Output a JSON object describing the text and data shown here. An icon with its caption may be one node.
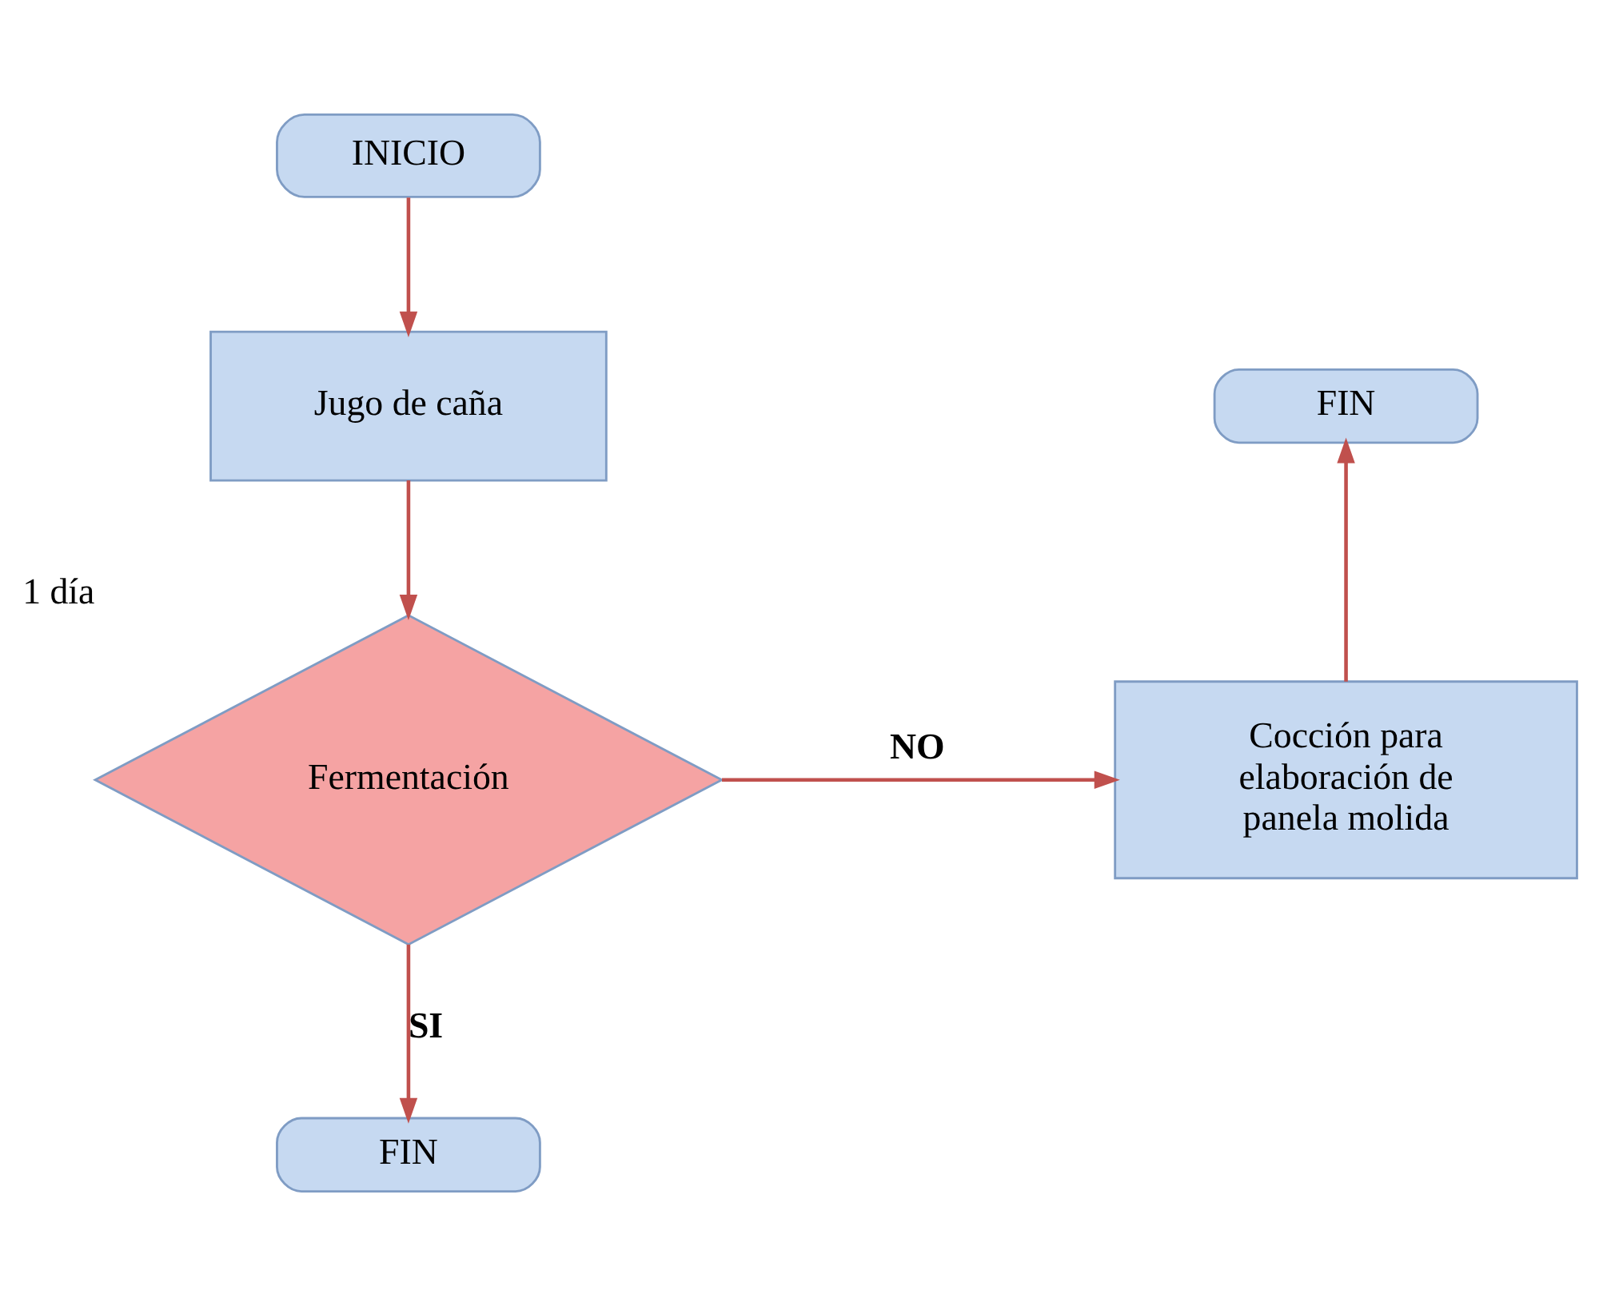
{
  "diagram": {
    "nodes": [
      {
        "text": [
          "INICIO"
        ]
      },
      {
        "text": [
          "Jugo de caña"
        ]
      },
      {
        "text": [
          "Fermentación"
        ],
        "beside": [
          "1 día"
        ]
      },
      {
        "text": [
          "Cocción para elaboración de panela molida"
        ]
      },
      {
        "text": [
          "FIN"
        ]
      },
      {
        "text": [
          "FIN"
        ]
      }
    ],
    "edges": [
      {
        "from": 0,
        "to": 1,
        "arrow": "to"
      },
      {
        "from": 1,
        "to": 2,
        "arrow": "to"
      },
      {
        "from": 2,
        "to": 3,
        "arrow": "to",
        "label": "NO"
      },
      {
        "from": 3,
        "to": 4,
        "arrow": "to"
      },
      {
        "from": 2,
        "to": 5,
        "arrow": "to",
        "label": "SI"
      }
    ]
  }
}
